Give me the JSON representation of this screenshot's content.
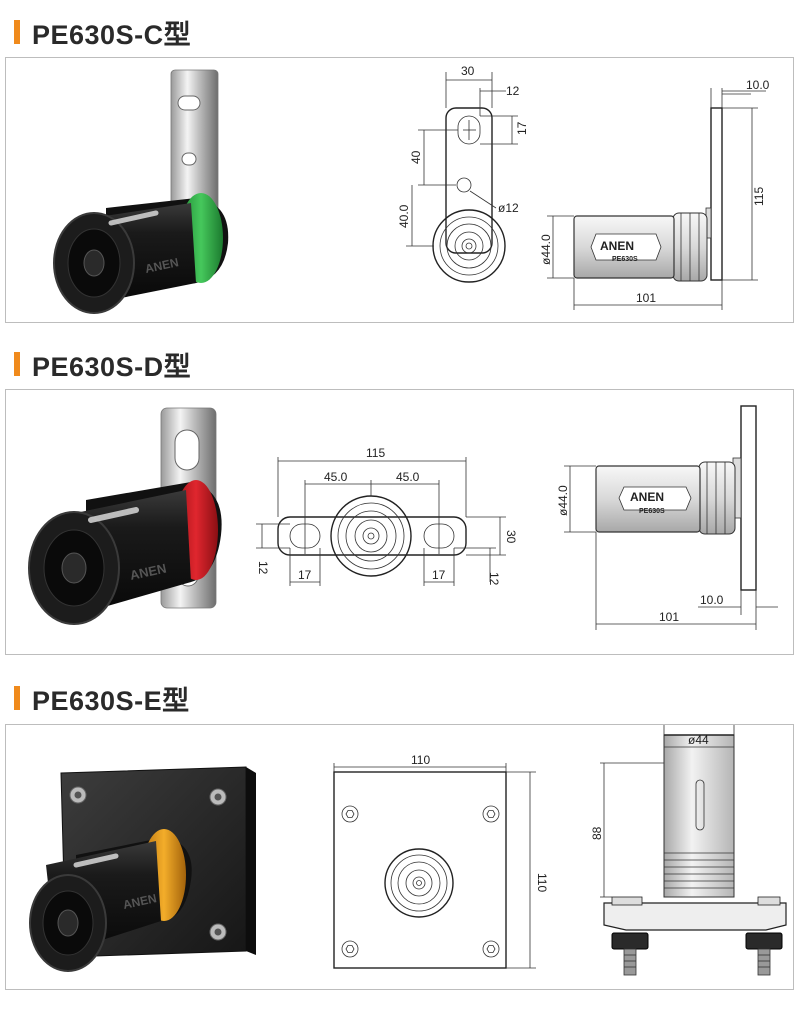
{
  "colors": {
    "accent": "#f08a1c",
    "ring_c": "#2fb34a",
    "ring_d": "#d41e25",
    "ring_e": "#e8a020"
  },
  "sections": [
    {
      "title": "PE630S-C型",
      "dims": {
        "w30": "30",
        "w12": "12",
        "h17": "17",
        "h40": "40",
        "h40b": "40.0",
        "dia12": "ø12",
        "t10": "10.0",
        "h115": "115",
        "dia44": "ø44.0",
        "len101": "101"
      },
      "brand": "ANEN",
      "model": "PE630S"
    },
    {
      "title": "PE630S-D型",
      "dims": {
        "w115": "115",
        "w45a": "45.0",
        "w45b": "45.0",
        "h30": "30",
        "h12a": "12",
        "w17a": "17",
        "w17b": "17",
        "h12b": "12",
        "dia44": "ø44.0",
        "t10": "10.0",
        "len101": "101"
      },
      "brand": "ANEN",
      "model": "PE630S"
    },
    {
      "title": "PE630S-E型",
      "dims": {
        "w110": "110",
        "h110": "110",
        "dia44": "ø44",
        "h88": "88"
      },
      "brand": "ANEN"
    }
  ]
}
